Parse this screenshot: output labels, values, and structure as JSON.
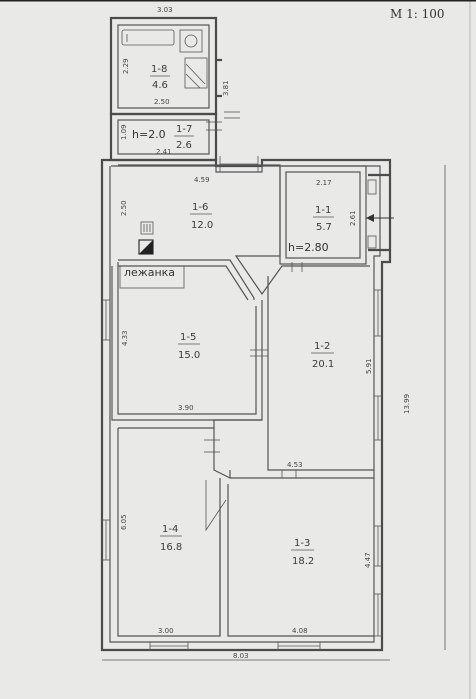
{
  "scale_label": "М 1: 100",
  "rooms": [
    {
      "id": "1-1",
      "area": "5.7"
    },
    {
      "id": "1-2",
      "area": "20.1"
    },
    {
      "id": "1-3",
      "area": "18.2"
    },
    {
      "id": "1-4",
      "area": "16.8"
    },
    {
      "id": "1-5",
      "area": "15.0"
    },
    {
      "id": "1-6",
      "area": "12.0"
    },
    {
      "id": "1-7",
      "area": "2.6"
    },
    {
      "id": "1-8",
      "area": "4.6"
    }
  ],
  "heights": {
    "vestibule": "h=2.0",
    "main": "h=2.80"
  },
  "stove_label": "лежанка",
  "dimensions": {
    "top_bath": "3.03",
    "bath_height": "2.29",
    "bath_width": "2.50",
    "bath_side": "3.81",
    "vest_height": "1.09",
    "vest_width": "2.41",
    "r16_width": "4.59",
    "r16_height": "2.50",
    "r11_width": "2.17",
    "r11_height": "2.61",
    "r15_height": "4.33",
    "r15_width": "3.90",
    "r12_height": "5.91",
    "r12_width": "4.53",
    "total_height": "13.99",
    "r14_height": "6.05",
    "r14_width": "3.00",
    "r13_height": "4.47",
    "r13_width": "4.08",
    "total_width": "8.03"
  }
}
